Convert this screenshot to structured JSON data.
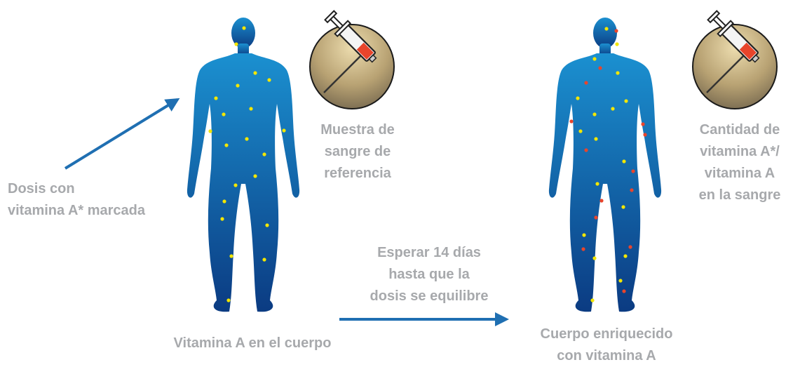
{
  "labels": {
    "dose": [
      "Dosis con",
      "vitamina A* marcada"
    ],
    "baseline_sample": [
      "Muestra de",
      "sangre de",
      "referencia"
    ],
    "wait": [
      "Esperar 14 días",
      "hasta que la",
      "dosis se equilibre"
    ],
    "body_baseline": [
      "Vitamina A en el cuerpo"
    ],
    "body_enriched": [
      "Cuerpo enriquecido",
      "con vitamina A"
    ],
    "ratio": [
      "Cantidad de",
      "vitamina A*/",
      "vitamina A",
      "en la sangre"
    ]
  },
  "colors": {
    "label_gray": "#a7a9ac",
    "arrow_blue": "#1f6fb2",
    "body_top": "#1b90d0",
    "body_bottom": "#0b3b82",
    "dot_yellow": "#f2e600",
    "dot_red": "#e8452c",
    "circle_light": "#e6d2a4",
    "circle_dark": "#8a7758"
  }
}
